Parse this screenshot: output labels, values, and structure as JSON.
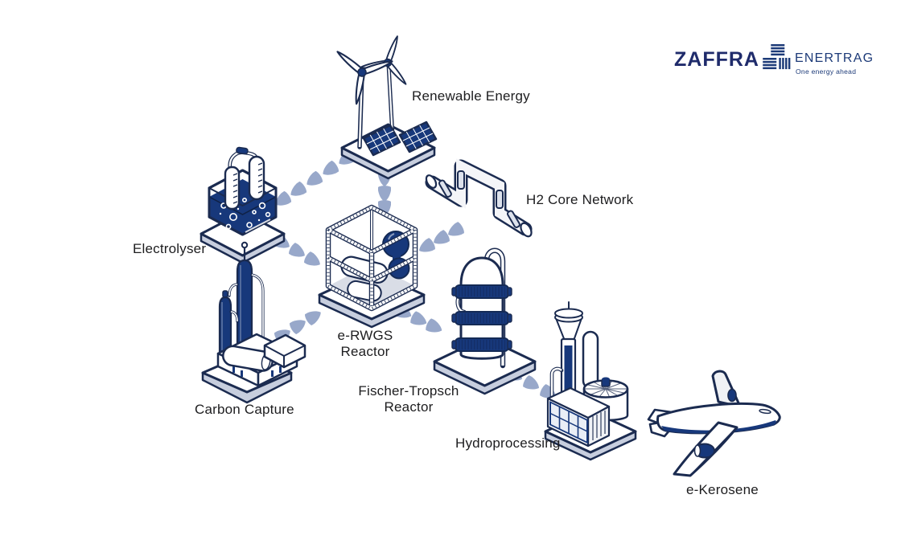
{
  "header": {
    "zaffra": {
      "text": "ZAFFRA"
    },
    "enertrag": {
      "text": "ENERTRAG",
      "tagline": "One energy ahead",
      "icon": "enertrag-bars-icon"
    }
  },
  "diagram": {
    "nodes": {
      "renewable_energy": {
        "label": "Renewable Energy",
        "icon": "wind-turbines-solar-panels"
      },
      "electrolyser": {
        "label": "Electrolyser",
        "icon": "electrolysis-tank"
      },
      "carbon_capture": {
        "label": "Carbon Capture",
        "icon": "capture-columns-plant"
      },
      "e_rwgs_reactor": {
        "label": "e-RWGS Reactor",
        "icon": "scaffold-reactor"
      },
      "h2_core_network": {
        "label": "H2 Core Network",
        "icon": "pipeline"
      },
      "fischer_tropsch_reactor": {
        "label": "Fischer-Tropsch Reactor",
        "icon": "banded-column-reactor"
      },
      "hydroprocessing": {
        "label": "Hydroprocessing",
        "icon": "refinery-plant"
      },
      "e_kerosene": {
        "label": "e-Kerosene",
        "icon": "airplane"
      }
    },
    "flows": [
      {
        "from": "renewable_energy",
        "to": "electrolyser"
      },
      {
        "from": "renewable_energy",
        "to": "e_rwgs_reactor"
      },
      {
        "from": "electrolyser",
        "to": "e_rwgs_reactor"
      },
      {
        "from": "carbon_capture",
        "to": "e_rwgs_reactor"
      },
      {
        "from": "h2_core_network",
        "to": "fischer_tropsch_reactor"
      },
      {
        "from": "e_rwgs_reactor",
        "to": "fischer_tropsch_reactor"
      },
      {
        "from": "fischer_tropsch_reactor",
        "to": "hydroprocessing"
      }
    ]
  },
  "colors": {
    "navy": "#17387B",
    "outline": "#1B2B50",
    "platform_side": "#C7CEDE",
    "arrow": "#98A8CA",
    "label_text": "#1D1D1F",
    "zaffra_navy": "#1F2B6B",
    "enertrag_navy": "#1C3A78"
  }
}
